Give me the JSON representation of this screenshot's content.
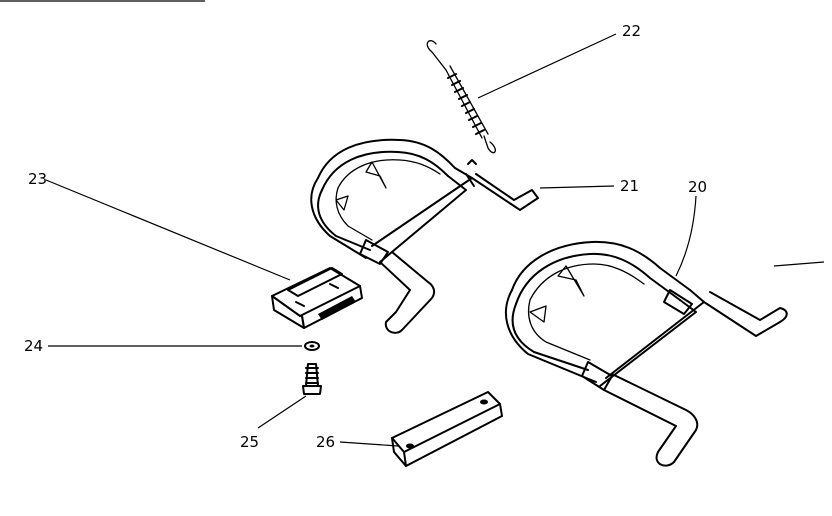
{
  "diagram": {
    "labels": {
      "p20": "20",
      "p21": "21",
      "p22": "22",
      "p23": "23",
      "p24": "24",
      "p25": "25",
      "p26": "26"
    }
  }
}
